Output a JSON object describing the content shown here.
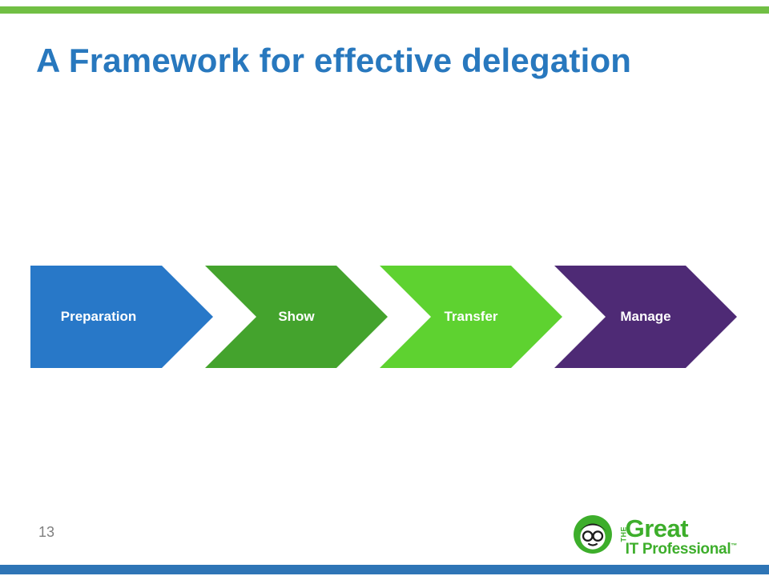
{
  "theme": {
    "top_bar_color": "#71BF44",
    "bottom_bar_color": "#2E75B6",
    "title_color": "#2878BE",
    "page_number_color": "#7F7F7F"
  },
  "slide": {
    "title": "A Framework for effective delegation",
    "page_number": "13"
  },
  "process": {
    "steps": [
      {
        "label": "Preparation",
        "color": "#2878C8"
      },
      {
        "label": "Show",
        "color": "#44A32D"
      },
      {
        "label": "Transfer",
        "color": "#5ED230"
      },
      {
        "label": "Manage",
        "color": "#4E2A75"
      }
    ]
  },
  "logo": {
    "icon": "cartoon-face-icon",
    "the_text": "THE",
    "name_line1": "Great",
    "name_line2": "IT Professional",
    "trademark": "™",
    "brand_color": "#3DAE2B"
  }
}
